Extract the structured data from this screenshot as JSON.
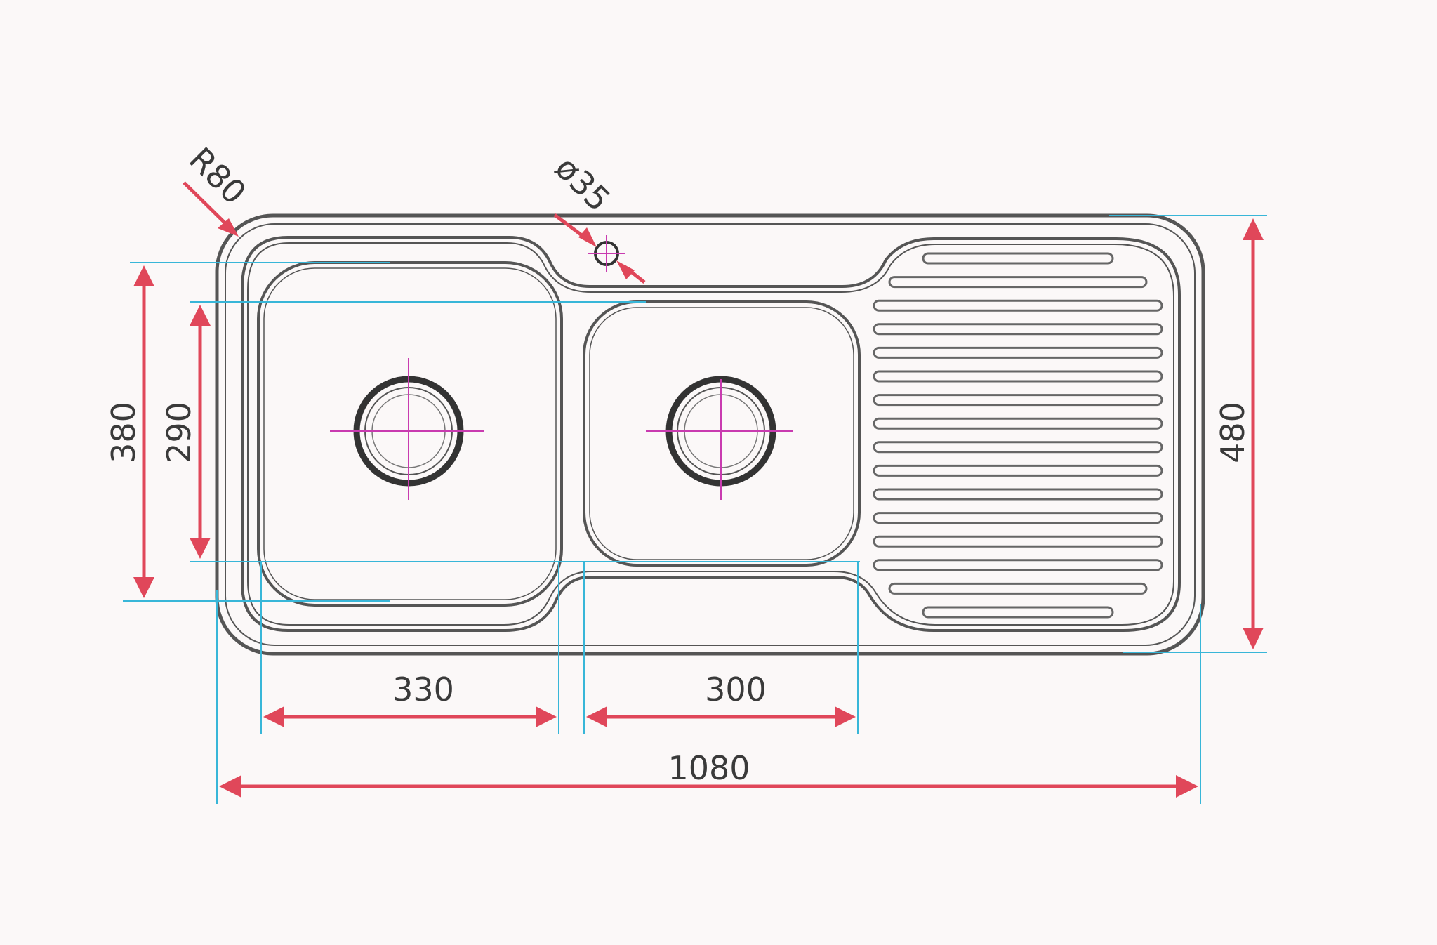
{
  "drawing": {
    "title": "",
    "units": ""
  },
  "dimensions": {
    "radius_corner": "R80",
    "tap_hole_diameter": "ø35",
    "bowl_left_length": "380",
    "bowl_right_length": "290",
    "bowl_left_width": "330",
    "bowl_right_width": "300",
    "overall_width": "1080",
    "overall_depth": "480"
  },
  "colors": {
    "outline": "#555555",
    "extension_lines": "#38b6d8",
    "dimension_arrows": "#e0475a",
    "center_lines": "#c93bb0",
    "background": "#fbf8f8"
  },
  "features": {
    "drainer_rib_count": 16,
    "bowls": 2,
    "waste_outlets": 2,
    "tap_holes": 1
  }
}
